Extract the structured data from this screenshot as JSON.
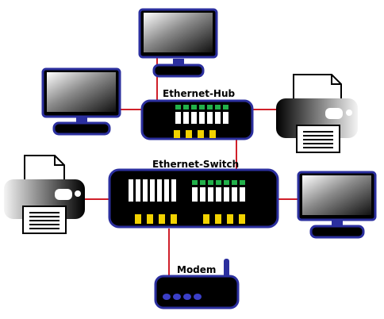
{
  "labels": {
    "hub": "Ethernet-Hub",
    "switch": "Ethernet-Switch",
    "modem": "Modem"
  },
  "colors": {
    "cable": "#d0202a",
    "device_fill": "#000000",
    "device_border": "#2b2f9e",
    "port_green": "#22b04a",
    "port_yellow": "#f2d200",
    "slot_white": "#ffffff",
    "modem_led": "#3b3fc8"
  },
  "devices": [
    {
      "kind": "monitor-icon",
      "role": "workstation"
    },
    {
      "kind": "monitor-icon",
      "role": "workstation"
    },
    {
      "kind": "monitor-icon",
      "role": "workstation"
    },
    {
      "kind": "printer-icon",
      "role": "printer"
    },
    {
      "kind": "printer-icon",
      "role": "printer"
    },
    {
      "kind": "hub-icon",
      "role": "hub"
    },
    {
      "kind": "switch-icon",
      "role": "switch"
    },
    {
      "kind": "modem-icon",
      "role": "modem"
    }
  ]
}
